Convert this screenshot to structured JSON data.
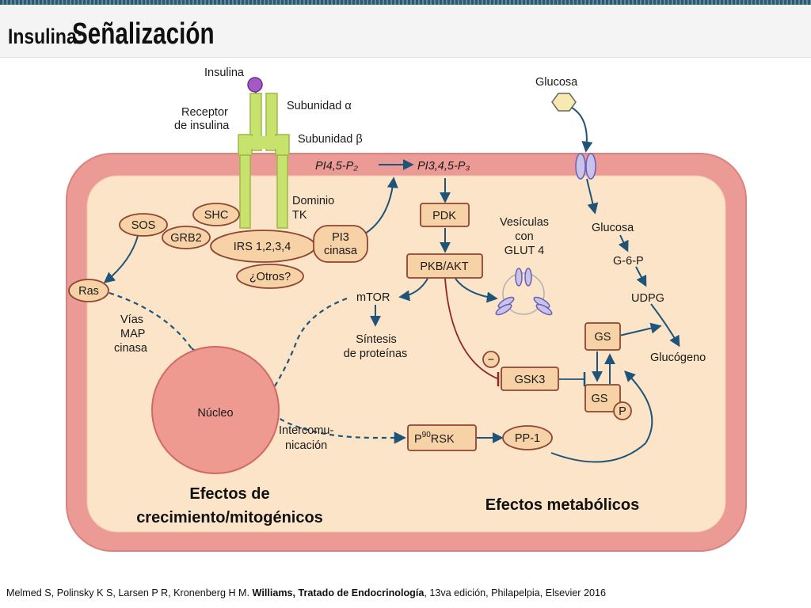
{
  "header": {
    "title_prefix": "Insulina:",
    "title_main": "Señalización"
  },
  "diagram": {
    "top": {
      "insulin": "Insulina",
      "receptor_line1": "Receptor",
      "receptor_line2": "de insulina",
      "subunit_alpha": "Subunidad α",
      "subunit_beta": "Subunidad β",
      "glucose_outside": "Glucosa"
    },
    "pathway": {
      "pip2": "PI4,5-P₂",
      "pip3": "PI3,4,5-P₃",
      "tk_line1": "Dominio",
      "tk_line2": "TK",
      "sos": "SOS",
      "shc": "SHC",
      "grb2": "GRB2",
      "irs": "IRS 1,2,3,4",
      "pi3_line1": "PI3",
      "pi3_line2": "cinasa",
      "otros": "¿Otros?",
      "ras": "Ras",
      "map_line1": "Vías",
      "map_line2": "MAP",
      "map_line3": "cinasa",
      "pdk": "PDK",
      "pkb": "PKB/AKT",
      "mtor": "mTOR",
      "synth_line1": "Síntesis",
      "synth_line2": "de proteínas",
      "vesicle_line1": "Vesículas",
      "vesicle_line2": "con",
      "vesicle_line3": "GLUT 4",
      "glucose_inside": "Glucosa",
      "g6p": "G-6-P",
      "udpg": "UDPG",
      "gs": "GS",
      "gsp": "GS",
      "p_label": "P",
      "glycogen": "Glucógeno",
      "minus": "−",
      "gsk3": "GSK3",
      "nucleus": "Núcleo",
      "cross_line1": "Intercomu-",
      "cross_line2": "nicación",
      "rsk_p": "P",
      "rsk_sup": "90",
      "rsk": "RSK",
      "pp1": "PP-1"
    },
    "effects": {
      "growth_line1": "Efectos de",
      "growth_line2": "crecimiento/mitogénicos",
      "metabolic": "Efectos metabólicos"
    },
    "colors": {
      "membrane": "#ec9a95",
      "cytoplasm": "#fbe4c7",
      "node_fill": "#f7d2a6",
      "node_stroke": "#8e4532",
      "receptor": "#c7e26d",
      "insulin": "#a459c4",
      "channel": "#c9c3ec",
      "arrow": "#1f5479",
      "nucleus": "#ee9a91"
    }
  },
  "citation": {
    "authors": "Melmed S, Polinsky K S, Larsen P R, Kronenberg H M.",
    "book": "Williams, Tratado de Endocrinología",
    "details": ", 13va edición, Philapelpia, Elsevier 2016"
  }
}
